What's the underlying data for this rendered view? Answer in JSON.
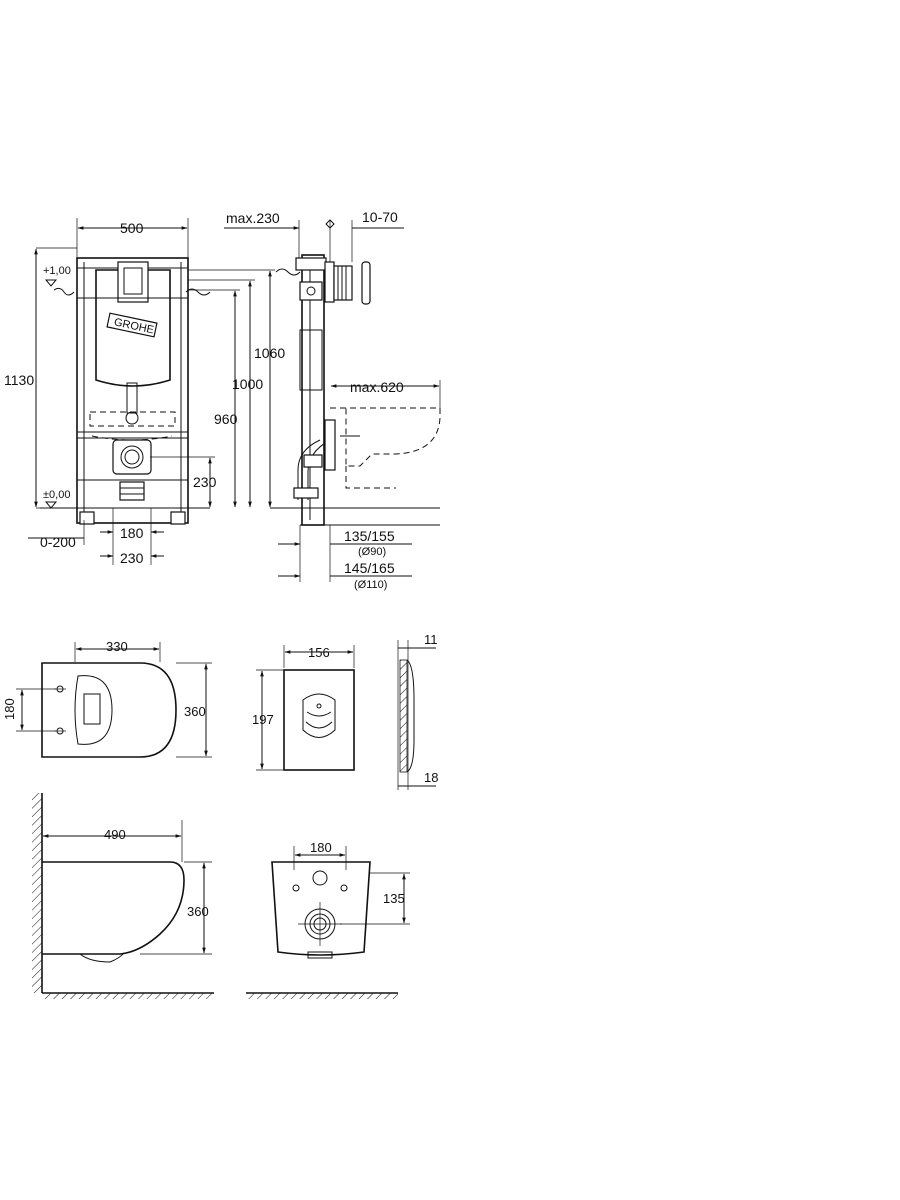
{
  "brand": {
    "logo_text": "GROHE"
  },
  "frame_front": {
    "width": "500",
    "height_total": "1130",
    "level_top": "+1,00",
    "level_floor": "±0,00",
    "h_1060": "1060",
    "h_1000": "1000",
    "h_960": "960",
    "h_230": "230",
    "w_180": "180",
    "w_230": "230",
    "range_0_200": "0-200"
  },
  "frame_side": {
    "max_230": "max.230",
    "range_10_70": "10-70",
    "max_620": "max.620",
    "d_135_155": "135/155",
    "d_90": "(Ø90)",
    "d_145_165": "145/165",
    "d_110": "(Ø110)"
  },
  "bowl_top": {
    "width_330": "330",
    "holes_180": "180",
    "depth_360": "360"
  },
  "plate": {
    "width_156": "156",
    "height_197": "197"
  },
  "plate_side": {
    "thk_11": "11",
    "thk_18": "18"
  },
  "bowl_side": {
    "length_490": "490",
    "height_360": "360"
  },
  "bowl_back": {
    "holes_180": "180",
    "height_135": "135"
  }
}
